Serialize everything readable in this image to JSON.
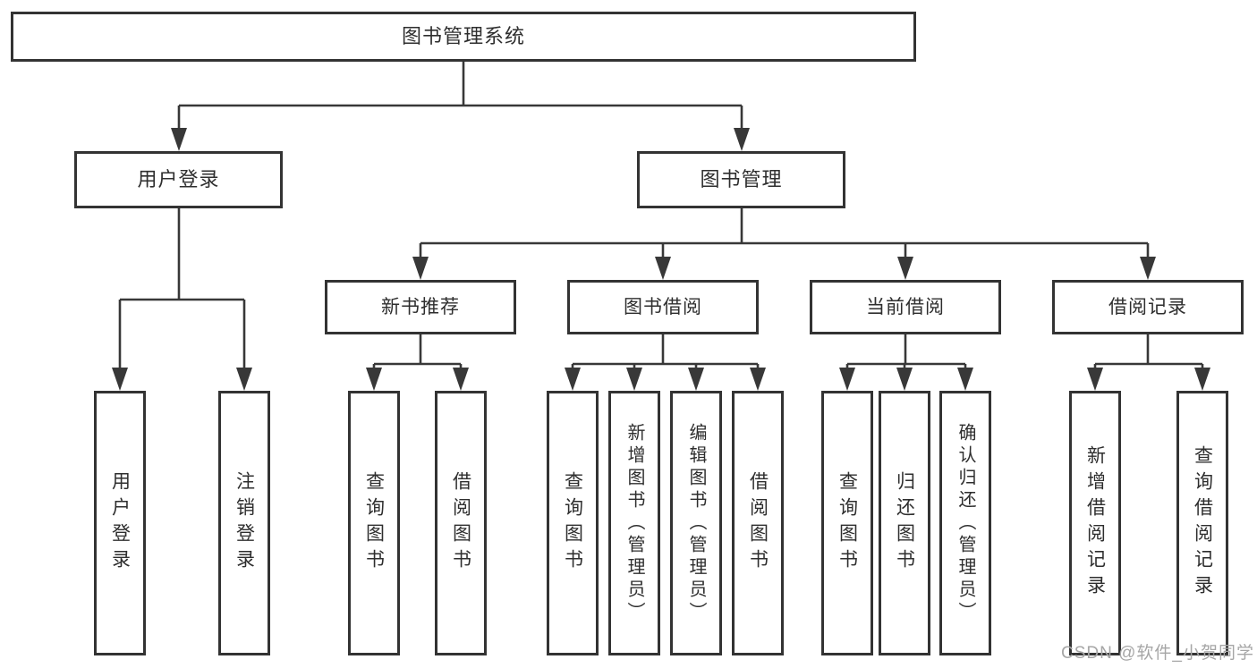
{
  "tree": {
    "label": "图书管理系统",
    "children": [
      {
        "label": "用户登录",
        "children": [
          {
            "label": "用户登录"
          },
          {
            "label": "注销登录"
          }
        ]
      },
      {
        "label": "图书管理",
        "children": [
          {
            "label": "新书推荐",
            "children": [
              {
                "label": "查询图书"
              },
              {
                "label": "借阅图书"
              }
            ]
          },
          {
            "label": "图书借阅",
            "children": [
              {
                "label": "查询图书"
              },
              {
                "label": "新增图书（管理员）"
              },
              {
                "label": "编辑图书（管理员）"
              },
              {
                "label": "借阅图书"
              }
            ]
          },
          {
            "label": "当前借阅",
            "children": [
              {
                "label": "查询图书"
              },
              {
                "label": "归还图书"
              },
              {
                "label": "确认归还（管理员）"
              }
            ]
          },
          {
            "label": "借阅记录",
            "children": [
              {
                "label": "新增借阅记录"
              },
              {
                "label": "查询借阅记录"
              }
            ]
          }
        ]
      }
    ]
  },
  "watermark": "CSDN @软件_小贺同学",
  "colors": {
    "line": "#383838",
    "box_border": "#333333",
    "text": "#2e2e2e",
    "watermark": "#a6a6a6",
    "background": "#ffffff"
  }
}
